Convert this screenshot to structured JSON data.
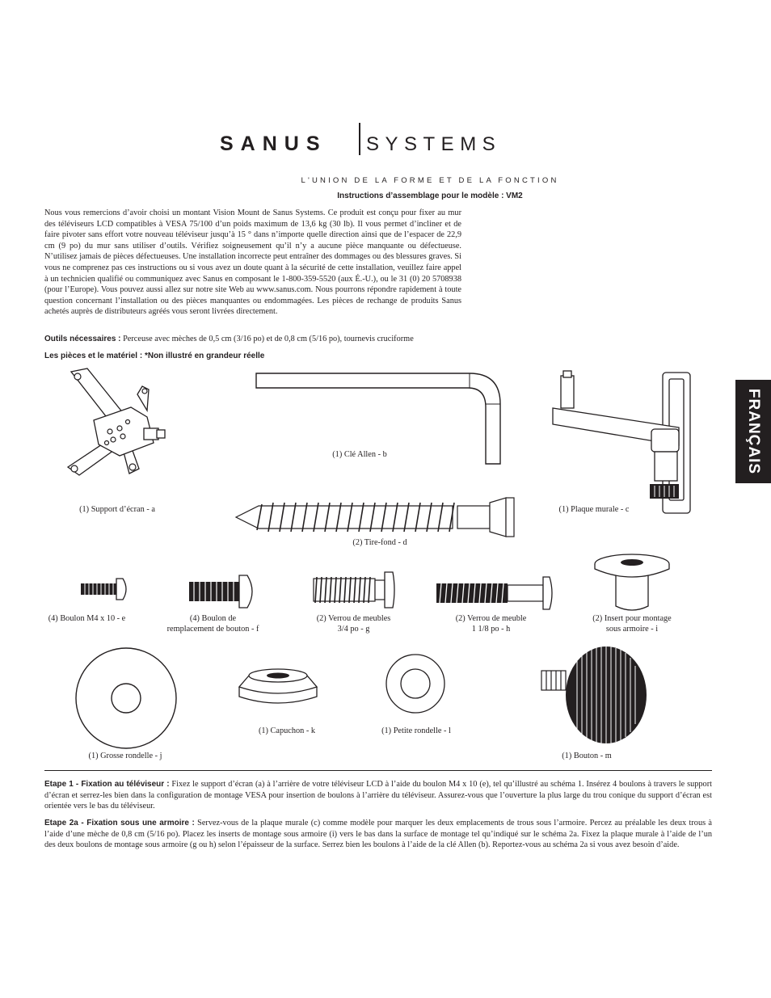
{
  "brand": {
    "left": "SANUS",
    "right": "SYSTEMS",
    "tagline": "L'UNION DE LA FORME ET DE LA FONCTION"
  },
  "title": "Instructions d’assemblage pour le modèle : VM2",
  "intro": "Nous vous remercions d’avoir choisi un montant Vision Mount de Sanus Systems. Ce produit est conçu pour fixer au mur des téléviseurs LCD compatibles à VESA 75/100 d’un poids maximum de 13,6 kg (30 lb). Il vous permet d’incliner et de faire pivoter sans effort votre nouveau téléviseur jusqu’à 15 ° dans n’importe quelle direction ainsi que de l’espacer de 22,9 cm (9 po) du mur sans utiliser d’outils. Vérifiez soigneusement qu’il n’y a aucune pièce manquante ou défectueuse. N’utilisez jamais de pièces défectueuses. Une installation incorrecte peut entraîner des dommages ou des blessures graves. Si vous ne comprenez pas ces instructions ou si vous avez un doute quant à la sécurité de cette installation, veuillez faire appel à un technicien qualifié ou communiquez avec Sanus en composant le 1-800-359-5520 (aux É.-U.), ou le 31 (0) 20 5708938 (pour l’Europe). Vous pouvez aussi allez sur notre site Web au www.sanus.com. Nous pourrons répondre rapidement à toute question concernant l’installation ou des pièces manquantes ou endommagées. Les pièces de rechange de produits Sanus achetés auprès de distributeurs agréés vous seront livrées directement.",
  "tools": {
    "label": "Outils nécessaires :",
    "text": " Perceuse avec mèches de 0,5 cm (3/16 po)  et de 0,8 cm (5/16 po), tournevis cruciforme"
  },
  "parts_heading": "Les pièces et le matériel : *Non illustré en grandeur réelle",
  "side_tab": "FRANÇAIS",
  "parts": {
    "a": "(1) Support d’écran - a",
    "b": "(1) Clé Allen - b",
    "c": "(1) Plaque murale - c",
    "d": "(2) Tire-fond - d",
    "e": "(4) Boulon M4 x 10 - e",
    "f1": "(4) Boulon de",
    "f2": "remplacement de bouton - f",
    "g1": "(2) Verrou de meubles",
    "g2": "3/4 po - g",
    "h1": "(2) Verrou de meuble",
    "h2": "1 1/8 po - h",
    "i1": "(2) Insert pour montage",
    "i2": "sous armoire - i",
    "j": "(1) Grosse rondelle - j",
    "k": "(1) Capuchon - k",
    "l": "(1) Petite rondelle - l",
    "m": "(1) Bouton - m"
  },
  "step1": {
    "label": "Etape 1 - Fixation au téléviseur :",
    "text": " Fixez le support d’écran (a) à l’arrière de votre téléviseur LCD à l’aide du boulon M4 x 10 (e), tel qu’illustré au schéma 1. Insérez 4 boulons à travers le support d’écran et serrez-les bien dans la configuration de montage VESA pour insertion de boulons à l’arrière du téléviseur. Assurez-vous que l’ouverture la plus large du trou conique du support d’écran est orientée vers le bas du téléviseur."
  },
  "step2a": {
    "label": "Etape 2a - Fixation sous une armoire :",
    "text": " Servez-vous de la plaque murale (c) comme modèle pour marquer les deux emplacements de trous sous l’armoire. Percez au préalable les deux trous à l’aide d’une mèche de 0,8 cm (5/16 po). Placez les inserts de montage sous armoire (i) vers le bas dans la surface de montage tel qu’indiqué sur le schéma 2a. Fixez la plaque murale à l’aide de l’un des deux boulons de montage sous armoire (g ou h) selon l’épaisseur de la surface. Serrez bien les boulons à l’aide de la clé Allen (b). Reportez-vous au schéma 2a si vous avez besoin d’aide."
  }
}
